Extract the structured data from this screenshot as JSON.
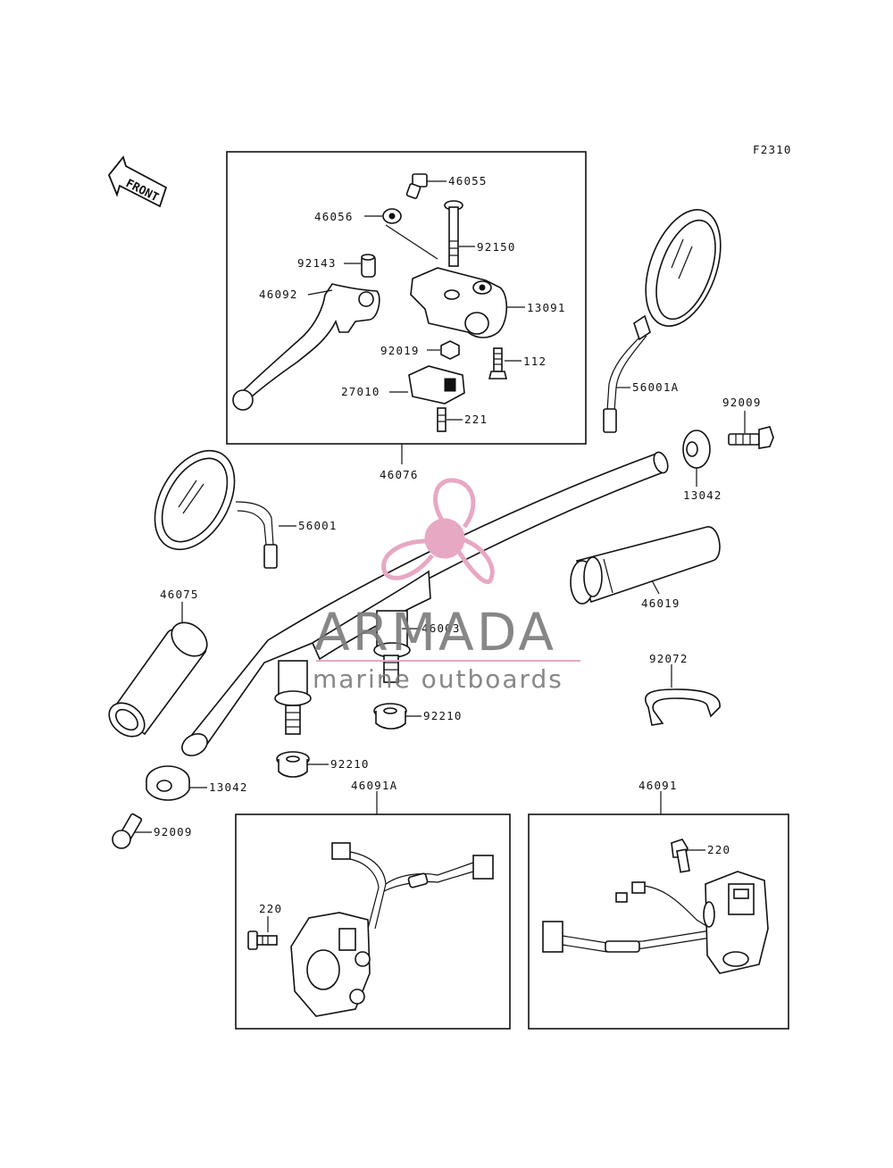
{
  "figure_code": "F2310",
  "front_label": "FRONT",
  "watermark": {
    "brand": "ARMADA",
    "tagline": "marine outboards",
    "logo_color": "#e7a8c3"
  },
  "parts": {
    "p46055": "46055",
    "p46056": "46056",
    "p92150": "92150",
    "p92143": "92143",
    "p46092": "46092",
    "p13091": "13091",
    "p92019": "92019",
    "p112": "112",
    "p27010": "27010",
    "p221": "221",
    "p46076": "46076",
    "p56001A": "56001A",
    "p92009_top": "92009",
    "p13042_top": "13042",
    "p56001": "56001",
    "p46019": "46019",
    "p46075": "46075",
    "p46003": "46003",
    "p92072": "92072",
    "p92210_a": "92210",
    "p92210_b": "92210",
    "p13042_bottom": "13042",
    "p92009_bottom": "92009",
    "p46091A": "46091A",
    "p46091": "46091",
    "p220_left": "220",
    "p220_right": "220"
  }
}
